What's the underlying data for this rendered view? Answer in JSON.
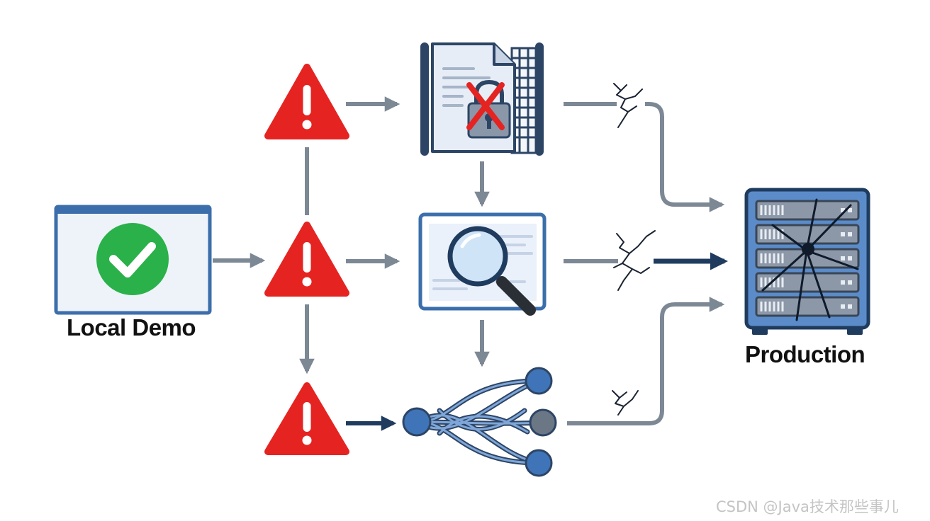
{
  "nodes": {
    "local_demo": {
      "label": "Local Demo",
      "status_icon": "checkmark-circle-icon"
    },
    "production": {
      "label": "Production",
      "icon": "broken-server-rack-icon"
    },
    "warnings": [
      "warning-triangle-icon",
      "warning-triangle-icon",
      "warning-triangle-icon"
    ],
    "obstacles": [
      "locked-document-firewall-icon",
      "magnifier-inspection-icon",
      "tangled-network-icon"
    ]
  },
  "colors": {
    "warning_red": "#e52421",
    "check_green": "#2ab14a",
    "line_gray": "#7d8895",
    "flow_navy": "#1f3b5e",
    "panel_blue": "#3b6eab",
    "panel_fill": "#eef3fa"
  },
  "watermark": "CSDN @Java技术那些事儿"
}
